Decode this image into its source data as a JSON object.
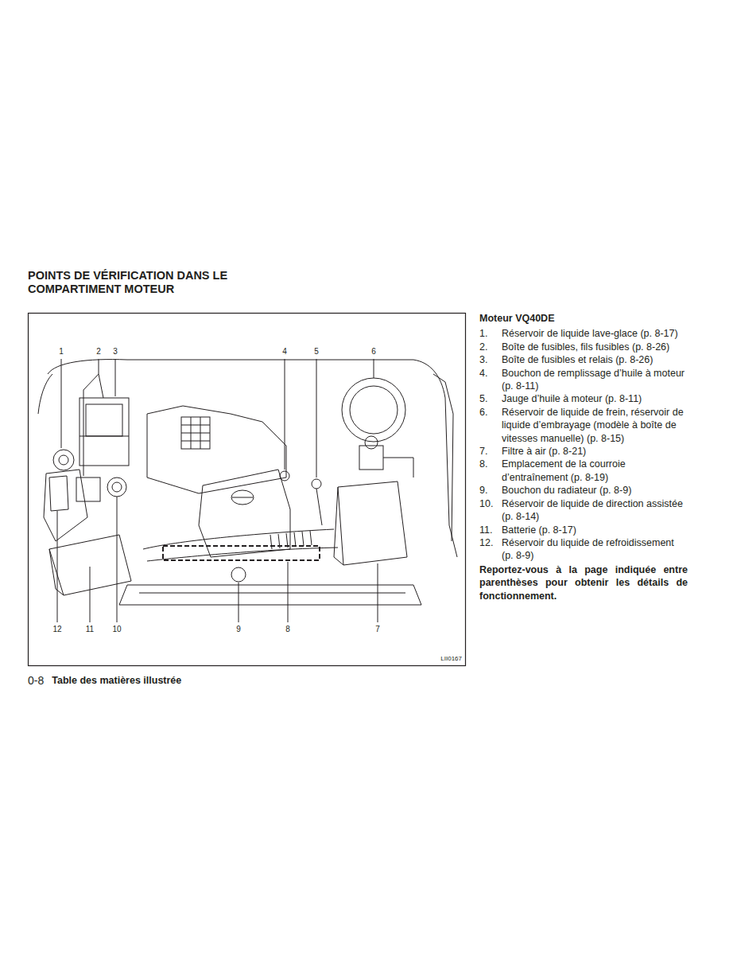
{
  "diagram": {
    "title": "POINTS DE VÉRIFICATION DANS LE COMPARTIMENT MOTEUR",
    "labels": [
      "1",
      "2",
      "3",
      "4",
      "5",
      "6",
      "12",
      "11",
      "10",
      "9",
      "8",
      "7",
      "LII0167",
      "Moteur VQ40DE",
      "1.",
      "Réservoir de liquide lave-glace (p. 8-17)",
      "2.",
      "Boîte de fusibles, fils fusibles (p. 8-26)",
      "3.",
      "Boîte de fusibles et relais (p. 8-26)",
      "4.",
      "Bouchon de remplissage d’huile à moteur (p. 8-11)",
      "5.",
      "Jauge d’huile à moteur (p. 8-11)",
      "6.",
      "Réservoir de liquide de frein, réservoir de liquide d’embrayage (modèle à boîte de vitesses manuelle) (p. 8-15)",
      "7.",
      "Filtre à air (p. 8-21)",
      "8.",
      "Emplacement de la courroie d’entraînement (p. 8-19)",
      "9.",
      "Bouchon du radiateur (p. 8-9)",
      "10.",
      "Réservoir de liquide de direction assistée (p. 8-14)",
      "11.",
      "Batterie (p. 8-17)",
      "12.",
      "Réservoir du liquide de refroidissement (p. 8-9)",
      "Reportez-vous à la page indiquée entre parenthèses pour obtenir les détails de fonctionnement.",
      "0-8",
      "Table des matières illustrée"
    ]
  }
}
